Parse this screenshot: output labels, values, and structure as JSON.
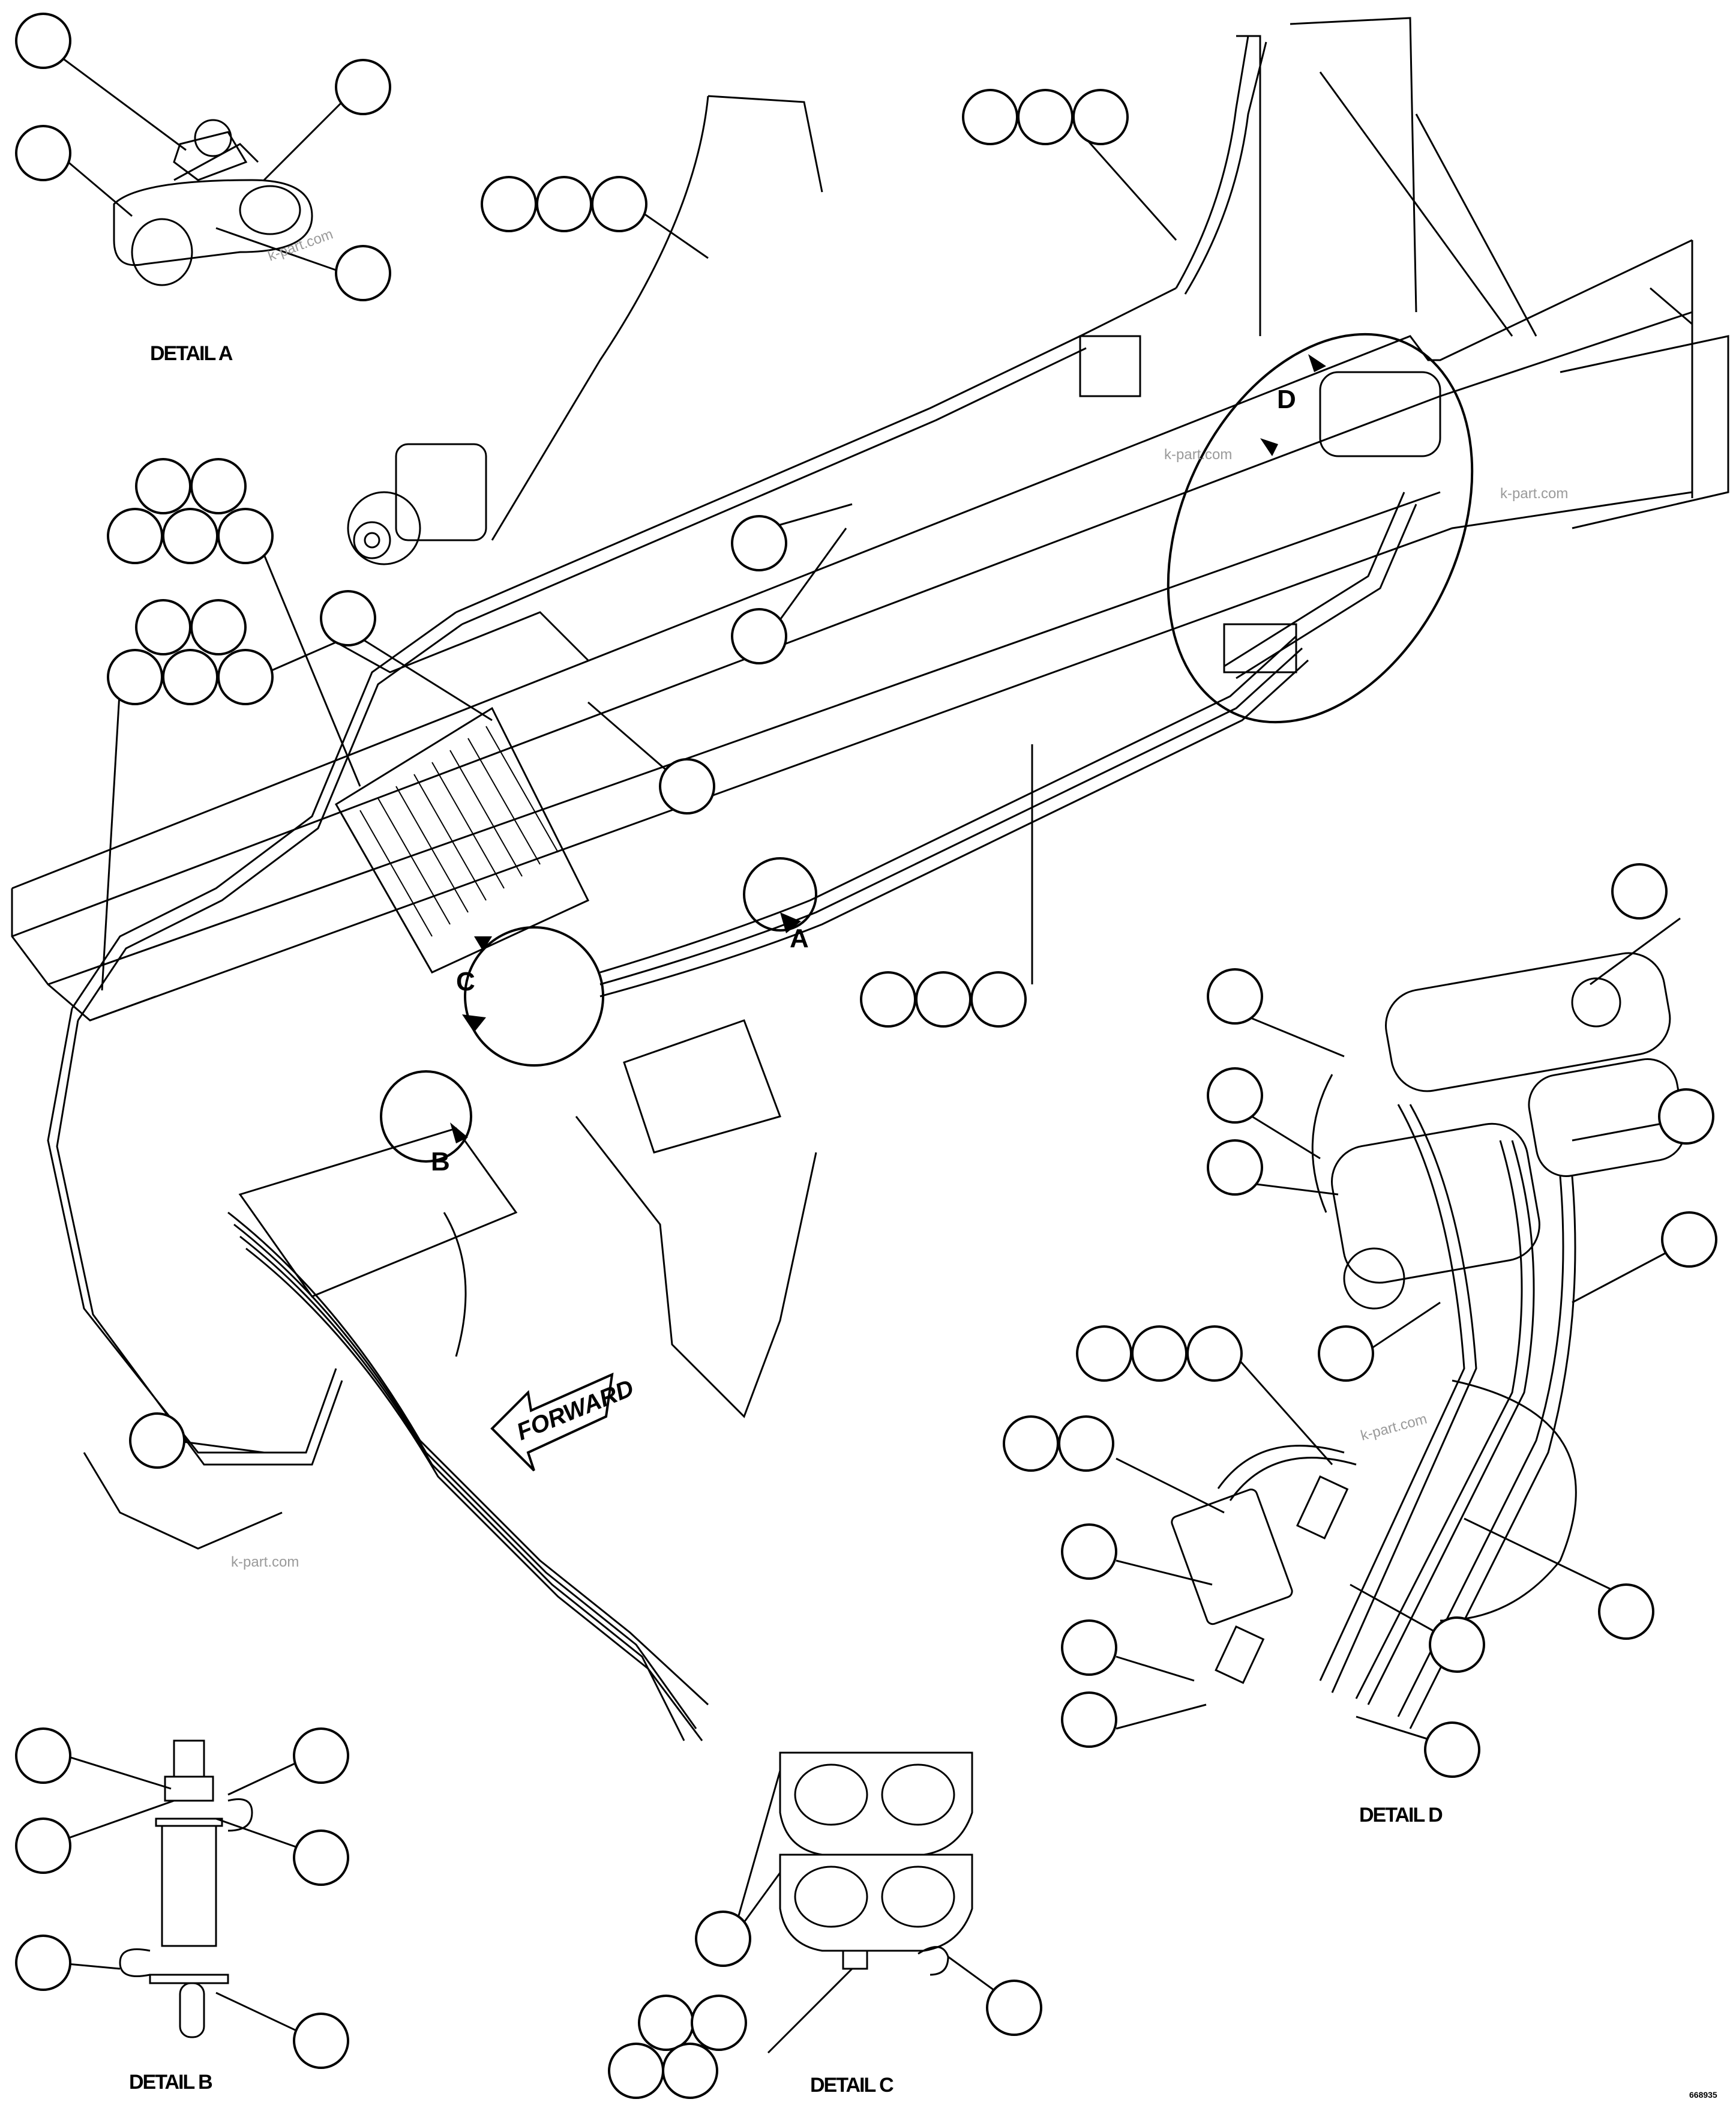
{
  "labels": {
    "detail_a": "DETAIL A",
    "detail_b": "DETAIL B",
    "detail_c": "DETAIL C",
    "detail_d": "DETAIL D",
    "view_a": "A",
    "view_b": "B",
    "view_c": "C",
    "view_d": "D",
    "forward": "FORWARD",
    "figure_number": "668935"
  },
  "watermarks": [
    "k-part.com",
    "k-part.com",
    "k-part.com",
    "k-part.com",
    "k-part.com"
  ],
  "colors": {
    "line": "#000000",
    "background": "#ffffff",
    "watermark": "#9a9a9a"
  }
}
